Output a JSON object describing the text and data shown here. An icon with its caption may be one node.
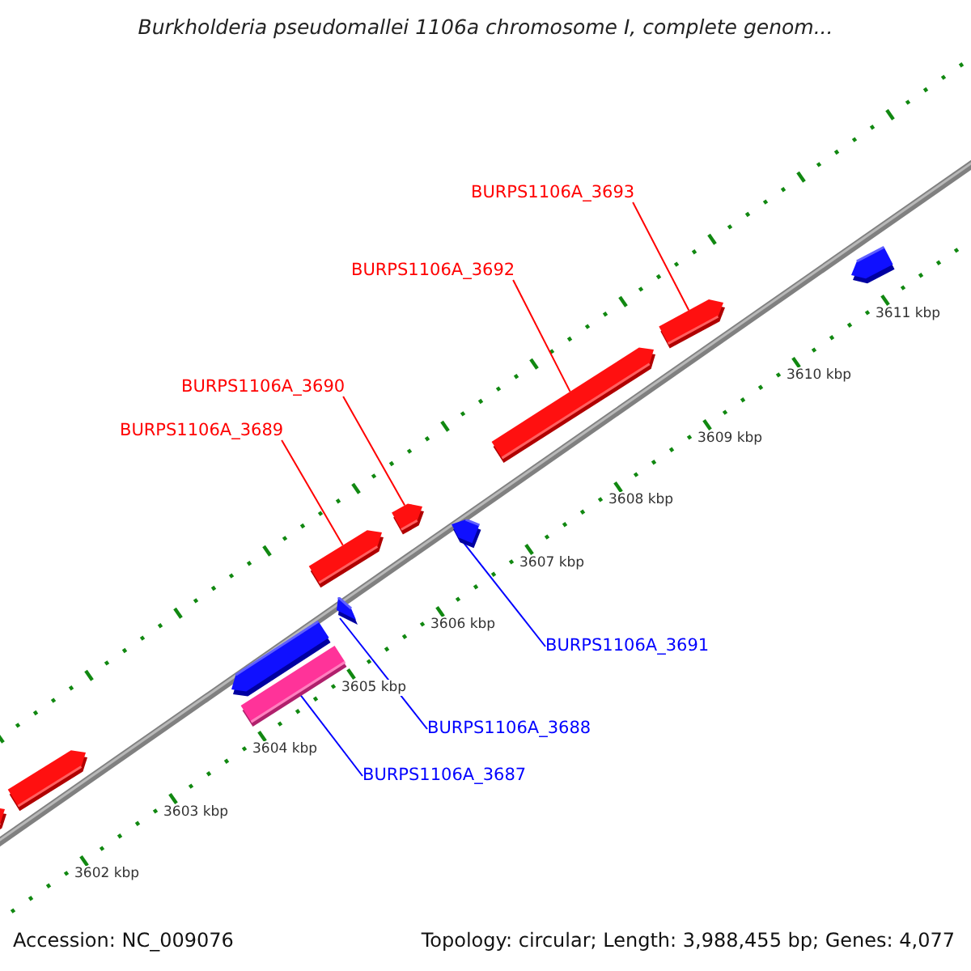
{
  "diagram": {
    "title": "Burkholderia pseudomallei 1106a chromosome I, complete genom...",
    "nodes": [
      {
        "text": [
          "BURPS1106A_3693"
        ]
      },
      {
        "text": [
          "BURPS1106A_3692"
        ]
      },
      {
        "text": [
          "BURPS1106A_3690"
        ]
      },
      {
        "text": [
          "BURPS1106A_3689"
        ]
      },
      {
        "text": [
          "BURPS1106A_3691"
        ]
      },
      {
        "text": [
          "BURPS1106A_3688"
        ]
      },
      {
        "text": [
          "BURPS1106A_3687"
        ]
      },
      {
        "text": [],
        "shape": "bar"
      },
      {
        "text": [],
        "shape": "bar"
      },
      {
        "text": [],
        "shape": "bar"
      },
      {
        "text": [],
        "shape": "bar"
      },
      {
        "text": [],
        "shape": "bar"
      },
      {
        "text": [],
        "shape": "bar"
      },
      {
        "text": [],
        "shape": "bar"
      },
      {
        "text": [],
        "shape": "bar"
      },
      {
        "text": [],
        "shape": "bar"
      },
      {
        "text": [],
        "shape": "bar"
      },
      {
        "text": [],
        "shape": "bar"
      }
    ],
    "edges": [
      {
        "from": 0,
        "to": 16,
        "arrow": "none"
      },
      {
        "from": 1,
        "to": 15,
        "arrow": "none"
      },
      {
        "from": 2,
        "to": 13,
        "arrow": "none"
      },
      {
        "from": 3,
        "to": 11,
        "arrow": "none"
      },
      {
        "from": 4,
        "to": 14,
        "arrow": "none",
        "color": "#0000ff"
      },
      {
        "from": 5,
        "to": 12,
        "arrow": "none",
        "color": "#0000ff"
      },
      {
        "from": 6,
        "to": 9,
        "arrow": "none",
        "color": "#0000ff"
      }
    ],
    "labels": [
      "3611 kbp",
      "3610 kbp",
      "3609 kbp",
      "3608 kbp",
      "3607 kbp",
      "3606 kbp",
      "3605 kbp",
      "3604 kbp",
      "3603 kbp",
      "3602 kbp",
      "Accession: NC_009076",
      "Topology: circular; Length: 3,988,455 bp; Genes: 4,077"
    ]
  }
}
